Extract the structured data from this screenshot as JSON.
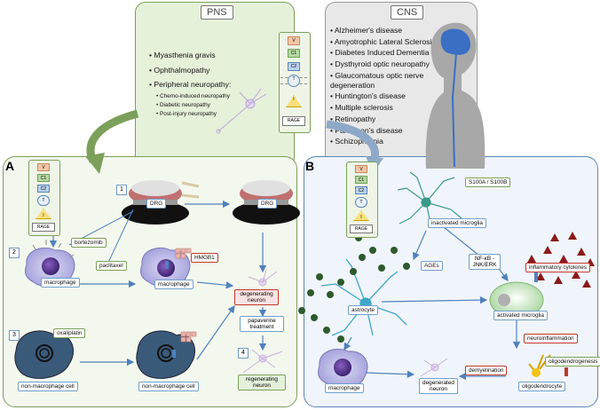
{
  "pns": {
    "header": "PNS",
    "diseases": [
      "Myasthenia gravis",
      "Ophthalmopathy",
      "Peripheral neuropathy:"
    ],
    "subtypes": [
      "Chemo-induced neuropathy",
      "Diabetic neuropathy",
      "Post-injury neuropathy"
    ]
  },
  "cns": {
    "header": "CNS",
    "diseases": [
      "Alzheimer's disease",
      "Amyotrophic Lateral Sclerosis",
      "Diabetes Induced Dementia",
      "Dysthyroid optic neuropathy",
      "Glaucomatous optic nerve degeneration",
      "Huntington's disease",
      "Multiple sclerosis",
      "Retinopathy",
      "Parkinson's disease",
      "Schizophrenia"
    ]
  },
  "receptor": {
    "domains": [
      "V",
      "C1",
      "C2",
      "T",
      "I"
    ],
    "label": "RAGE"
  },
  "panel_a": {
    "letter": "A",
    "steps": [
      "1",
      "2",
      "3",
      "4"
    ],
    "labels": {
      "drg": "DRG",
      "bortezomib": "bortezomib",
      "paclitaxel": "paclitaxel",
      "macrophage": "macrophage",
      "hmgb1": "HMGB1",
      "degenerating_neuron": "degenerating neuron",
      "oxaliplatin": "oxaliplatin",
      "non_macrophage_cell": "non-macrophage cell",
      "papaverine": "papaverine treatment",
      "regenerating_neuron": "regenerating neuron"
    }
  },
  "panel_b": {
    "letter": "B",
    "labels": {
      "s100": "S100A / S100B",
      "inactivated_microglia": "inactivated microglia",
      "ages": "AGEs",
      "nfkb": "NF-κB -\nJNK/ERK",
      "cytokines": "inflammatory cytokines",
      "astrocyte": "astrocyte",
      "activated_microglia": "activated microglia",
      "neuroinflammation": "neuroinflammation",
      "oligodendrogenesis": "oligodendrogenesis",
      "oligodendrocyte": "oligodendrocyte",
      "demyelination": "demyelination",
      "degenerated_neuron": "degenerated neuron",
      "macrophage": "macrophage"
    }
  },
  "colors": {
    "pns_bg": "#e6f1da",
    "cns_bg": "#e8e8e8",
    "green_border": "#7ba05a",
    "blue_border": "#5a86b8",
    "macrophage": "#b9b8e8",
    "nucleus": "#5b3d9a",
    "hmgb1": "#e8b4ad",
    "cytokine": "#8b1a1a",
    "ages_dots": "#2e5a2e",
    "microglia": "#3a9a8a",
    "astrocyte": "#3fa7c9"
  }
}
